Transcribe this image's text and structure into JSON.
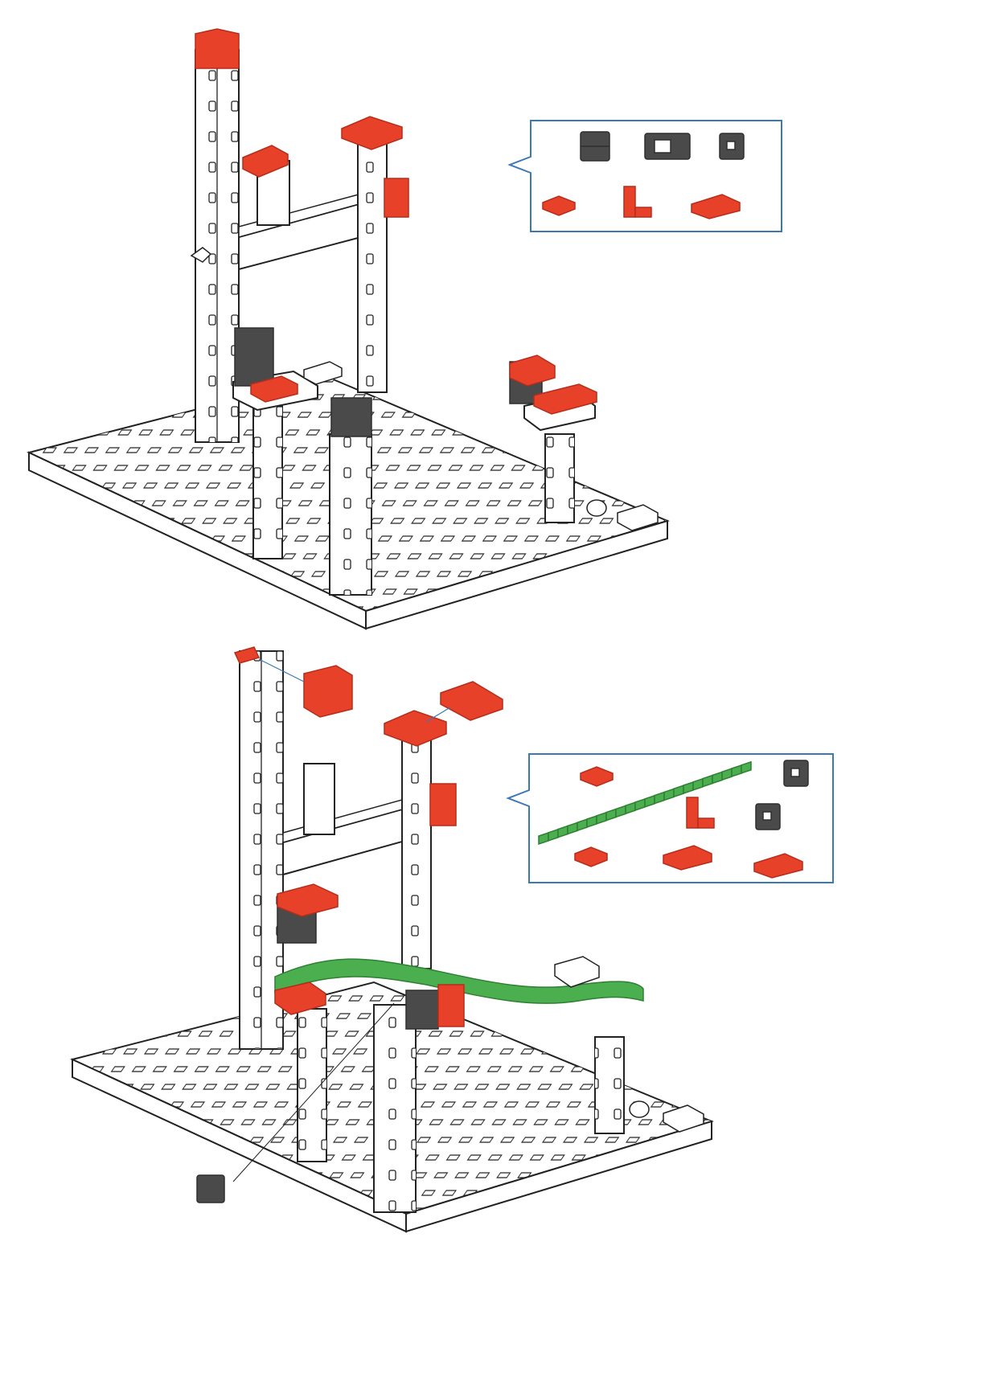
{
  "colors": {
    "red": "#e8412a",
    "red_dark": "#b52d1b",
    "gray": "#4a4a4a",
    "gray_dark": "#2e2e2e",
    "green": "#4caf4f",
    "green_dark": "#2f7f33",
    "white": "#ffffff",
    "line": "#1f1f1f",
    "callout_border": "#3b78b5"
  },
  "step1": {
    "callout": {
      "row1": [
        {
          "kind": "block",
          "color": "gray"
        },
        {
          "kind": "frame",
          "color": "gray"
        },
        {
          "kind": "cube",
          "color": "gray"
        }
      ],
      "row2": [
        {
          "kind": "plate",
          "color": "red"
        },
        {
          "kind": "angle",
          "color": "red"
        },
        {
          "kind": "flat",
          "color": "red"
        }
      ]
    }
  },
  "step2": {
    "callout": {
      "row1": [
        {
          "kind": "plate",
          "color": "red"
        },
        {
          "kind": "cube",
          "color": "gray"
        }
      ],
      "row2": [
        {
          "kind": "track",
          "color": "green"
        },
        {
          "kind": "angle",
          "color": "red"
        },
        {
          "kind": "cube",
          "color": "gray"
        }
      ],
      "row3": [
        {
          "kind": "plate",
          "color": "red"
        },
        {
          "kind": "flat",
          "color": "red"
        },
        {
          "kind": "flat",
          "color": "red"
        }
      ]
    }
  }
}
